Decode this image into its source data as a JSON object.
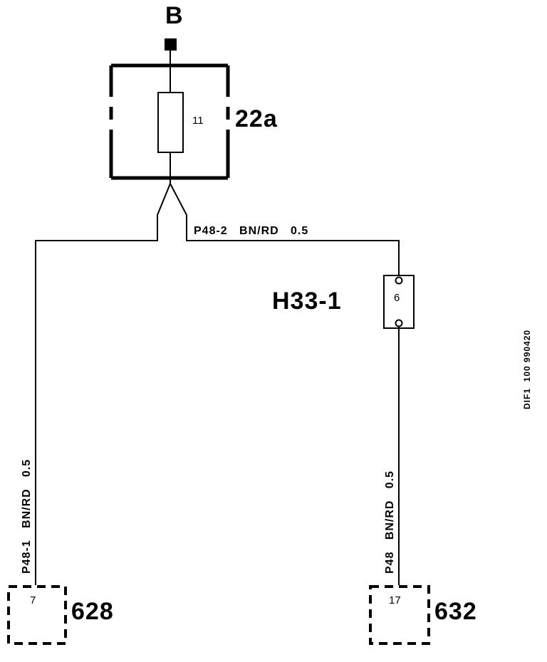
{
  "supply": {
    "label": "B"
  },
  "fuse_box": {
    "id": "22a",
    "fuse_number": "11"
  },
  "wires": {
    "top": "P48-2   BN/RD   0.5",
    "left": "P48-1   BN/RD   0.5",
    "right": "P48   BN/RD   0.5"
  },
  "connector_h33": {
    "id": "H33-1",
    "pin": "6"
  },
  "component_628": {
    "id": "628",
    "pin": "7"
  },
  "component_632": {
    "id": "632",
    "pin": "17"
  },
  "reference": "DIF1  100 990420"
}
